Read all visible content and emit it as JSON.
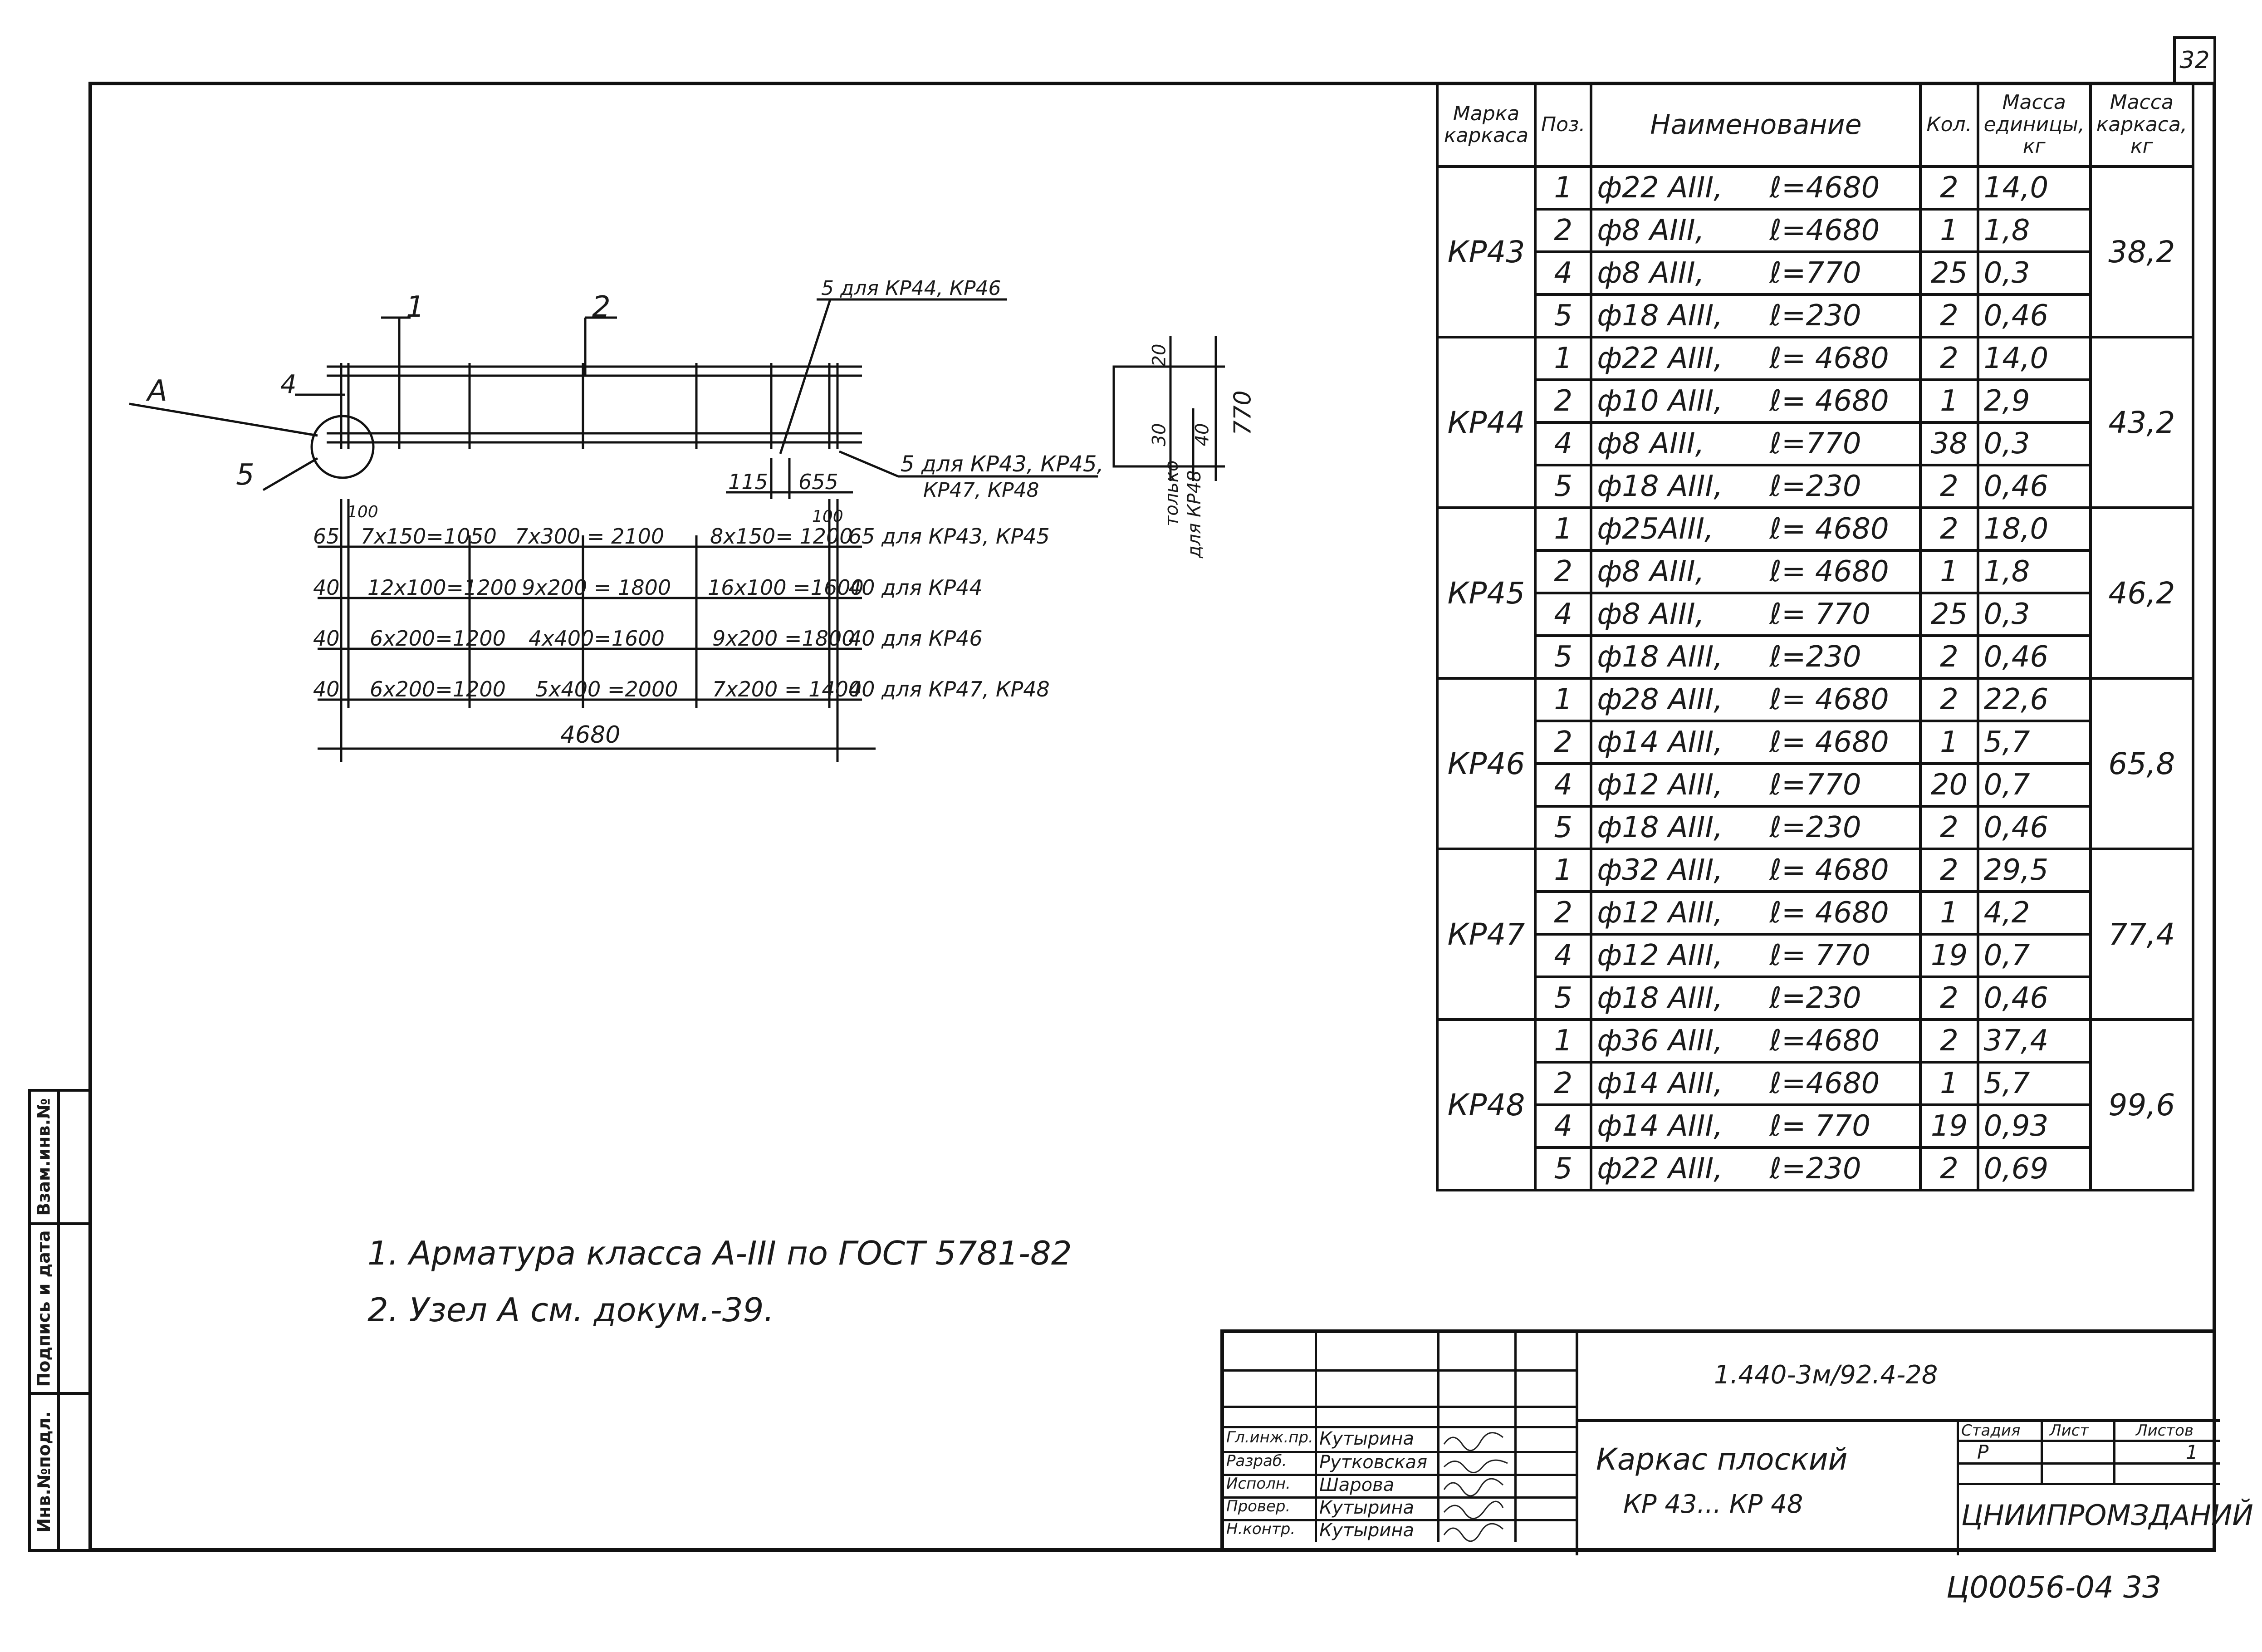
{
  "sheet_number": "32",
  "left_strip": {
    "inv_no_orig": "Инв.№подл.",
    "signature_date": "Подпись и дата",
    "replace_inv_no": "Взам.инв.№"
  },
  "drawing": {
    "callout_A": "А",
    "pos_1": "1",
    "pos_2": "2",
    "pos_4": "4",
    "pos_5_left": "5",
    "label_5_top": "5 для КР44, КР46",
    "label_5_right_line1": "5  для КР43, КР45,",
    "label_5_right_line2": "КР47, КР48",
    "dim_115": "115",
    "dim_655": "655",
    "dim_100_left": "100",
    "dim_100_right": "100",
    "rows": [
      {
        "left": "65",
        "a": "7х150=1050",
        "b": "7х300 = 2100",
        "c": "8х150= 1200",
        "right": "65  для КР43, КР45"
      },
      {
        "left": "40",
        "a": "12х100=1200",
        "b": "9х200 = 1800",
        "c": "16х100 =1600",
        "right": "40  для  КР44"
      },
      {
        "left": "40",
        "a": "6х200=1200",
        "b": "4х400=1600",
        "c": "9х200 =1800",
        "right": "40  для  КР46"
      },
      {
        "left": "40",
        "a": "6х200=1200",
        "b": "5х400 =2000",
        "c": "7х200 = 1400",
        "right": "40  для  КР47, КР48"
      }
    ],
    "total_length": "4680",
    "section": {
      "dim_20": "20",
      "dim_30": "30",
      "dim_40": "40",
      "dim_770": "770",
      "note_line1": "только",
      "note_line2": "для КР48"
    }
  },
  "spec_table": {
    "headers": {
      "mark": "Марка каркаса",
      "pos": "Поз.",
      "name": "Наименование",
      "qty": "Кол.",
      "unit_mass": "Масса единицы, кг",
      "frame_mass": "Масса каркаса, кг"
    },
    "groups": [
      {
        "mark": "КР43",
        "mass": "38,2",
        "rows": [
          {
            "pos": "1",
            "name": "ф22 АIII,",
            "len": "ℓ=4680",
            "qty": "2",
            "unit": "14,0"
          },
          {
            "pos": "2",
            "name": "ф8 АIII,",
            "len": "ℓ=4680",
            "qty": "1",
            "unit": "1,8"
          },
          {
            "pos": "4",
            "name": "ф8 АIII,",
            "len": "ℓ=770",
            "qty": "25",
            "unit": "0,3"
          },
          {
            "pos": "5",
            "name": "ф18 АIII,",
            "len": "ℓ=230",
            "qty": "2",
            "unit": "0,46"
          }
        ]
      },
      {
        "mark": "КР44",
        "mass": "43,2",
        "rows": [
          {
            "pos": "1",
            "name": "ф22 АIII,",
            "len": "ℓ= 4680",
            "qty": "2",
            "unit": "14,0"
          },
          {
            "pos": "2",
            "name": "ф10 АIII,",
            "len": "ℓ= 4680",
            "qty": "1",
            "unit": "2,9"
          },
          {
            "pos": "4",
            "name": "ф8 АIII,",
            "len": "ℓ=770",
            "qty": "38",
            "unit": "0,3"
          },
          {
            "pos": "5",
            "name": "ф18 АIII,",
            "len": "ℓ=230",
            "qty": "2",
            "unit": "0,46"
          }
        ]
      },
      {
        "mark": "КР45",
        "mass": "46,2",
        "rows": [
          {
            "pos": "1",
            "name": "ф25АIII,",
            "len": "ℓ= 4680",
            "qty": "2",
            "unit": "18,0"
          },
          {
            "pos": "2",
            "name": "ф8 АIII,",
            "len": "ℓ= 4680",
            "qty": "1",
            "unit": "1,8"
          },
          {
            "pos": "4",
            "name": "ф8 АIII,",
            "len": "ℓ= 770",
            "qty": "25",
            "unit": "0,3"
          },
          {
            "pos": "5",
            "name": "ф18 АIII,",
            "len": "ℓ=230",
            "qty": "2",
            "unit": "0,46"
          }
        ]
      },
      {
        "mark": "КР46",
        "mass": "65,8",
        "rows": [
          {
            "pos": "1",
            "name": "ф28 АIII,",
            "len": "ℓ= 4680",
            "qty": "2",
            "unit": "22,6"
          },
          {
            "pos": "2",
            "name": "ф14 АIII,",
            "len": "ℓ= 4680",
            "qty": "1",
            "unit": "5,7"
          },
          {
            "pos": "4",
            "name": "ф12 АIII,",
            "len": "ℓ=770",
            "qty": "20",
            "unit": "0,7"
          },
          {
            "pos": "5",
            "name": "ф18 АIII,",
            "len": "ℓ=230",
            "qty": "2",
            "unit": "0,46"
          }
        ]
      },
      {
        "mark": "КР47",
        "mass": "77,4",
        "rows": [
          {
            "pos": "1",
            "name": "ф32 АIII,",
            "len": "ℓ= 4680",
            "qty": "2",
            "unit": "29,5"
          },
          {
            "pos": "2",
            "name": "ф12 АIII,",
            "len": "ℓ= 4680",
            "qty": "1",
            "unit": "4,2"
          },
          {
            "pos": "4",
            "name": "ф12 АIII,",
            "len": "ℓ= 770",
            "qty": "19",
            "unit": "0,7"
          },
          {
            "pos": "5",
            "name": "ф18 АIII,",
            "len": "ℓ=230",
            "qty": "2",
            "unit": "0,46"
          }
        ]
      },
      {
        "mark": "КР48",
        "mass": "99,6",
        "rows": [
          {
            "pos": "1",
            "name": "ф36 АIII,",
            "len": "ℓ=4680",
            "qty": "2",
            "unit": "37,4"
          },
          {
            "pos": "2",
            "name": "ф14 АIII,",
            "len": "ℓ=4680",
            "qty": "1",
            "unit": "5,7"
          },
          {
            "pos": "4",
            "name": "ф14 АIII,",
            "len": "ℓ= 770",
            "qty": "19",
            "unit": "0,93"
          },
          {
            "pos": "5",
            "name": "ф22 АIII,",
            "len": "ℓ=230",
            "qty": "2",
            "unit": "0,69"
          }
        ]
      }
    ]
  },
  "notes": [
    "1.  Арматура класса  А-III  по ГОСТ 5781-82",
    "2.  Узел  А  см. докум.-39."
  ],
  "title_block": {
    "doc_code": "1.440-3м/92.4-28",
    "title_line1": "Каркас плоский",
    "title_line2": "КР 43...  КР 48",
    "stage_label": "Стадия",
    "sheet_label": "Лист",
    "sheets_label": "Листов",
    "stage_value": "Р",
    "sheets_value": "1",
    "organization": "ЦНИИПРОМЗДАНИЙ",
    "roles": [
      {
        "role": "Гл.инж.пр.",
        "name": "Кутырина"
      },
      {
        "role": "Разраб.",
        "name": "Рутковская"
      },
      {
        "role": "Исполн.",
        "name": "Шарова"
      },
      {
        "role": "Провер.",
        "name": "Кутырина"
      },
      {
        "role": "Н.контр.",
        "name": "Кутырина"
      }
    ]
  },
  "bottom_code": "Ц00056-04   33"
}
